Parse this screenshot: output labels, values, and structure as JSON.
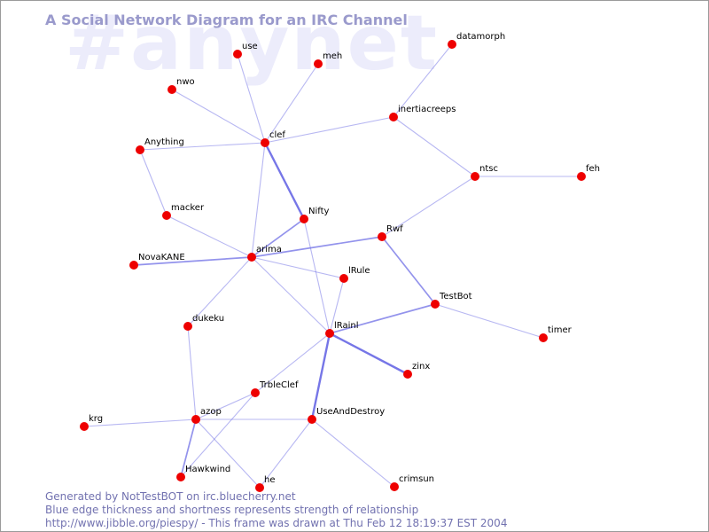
{
  "watermark": "#anynet",
  "title": "A Social Network Diagram for an IRC Channel",
  "colors": {
    "node": "#ee0000",
    "edge": "#6f6fe6",
    "title": "#9a9acc",
    "watermark": "#ececfb",
    "footer": "#7272b0"
  },
  "nodes": [
    {
      "id": "use",
      "label": "use"
    },
    {
      "id": "meh",
      "label": "meh"
    },
    {
      "id": "datamorph",
      "label": "datamorph"
    },
    {
      "id": "nwo",
      "label": "nwo"
    },
    {
      "id": "inertiacreeps",
      "label": "inertiacreeps"
    },
    {
      "id": "clef",
      "label": "clef"
    },
    {
      "id": "Anything",
      "label": "Anything"
    },
    {
      "id": "ntsc",
      "label": "ntsc"
    },
    {
      "id": "feh",
      "label": "feh"
    },
    {
      "id": "macker",
      "label": "macker"
    },
    {
      "id": "Nifty",
      "label": "Nifty"
    },
    {
      "id": "Rwf",
      "label": "Rwf"
    },
    {
      "id": "arima",
      "label": "arima"
    },
    {
      "id": "NovaKANE",
      "label": "NovaKANE"
    },
    {
      "id": "lRule",
      "label": "lRule"
    },
    {
      "id": "TestBot",
      "label": "TestBot"
    },
    {
      "id": "dukeku",
      "label": "dukeku"
    },
    {
      "id": "lRainl",
      "label": "lRainl"
    },
    {
      "id": "timer",
      "label": "timer"
    },
    {
      "id": "zinx",
      "label": "zinx"
    },
    {
      "id": "TrbleClef",
      "label": "TrbleClef"
    },
    {
      "id": "UseAndDestroy",
      "label": "UseAndDestroy"
    },
    {
      "id": "azop",
      "label": "azop"
    },
    {
      "id": "krg",
      "label": "krg"
    },
    {
      "id": "Hawkwind",
      "label": "Hawkwind"
    },
    {
      "id": "he",
      "label": "he"
    },
    {
      "id": "crimsun",
      "label": "crimsun"
    }
  ],
  "edges": [
    {
      "source": "use",
      "target": "clef",
      "strength": 1
    },
    {
      "source": "meh",
      "target": "clef",
      "strength": 1
    },
    {
      "source": "nwo",
      "target": "clef",
      "strength": 1
    },
    {
      "source": "Anything",
      "target": "clef",
      "strength": 1
    },
    {
      "source": "clef",
      "target": "inertiacreeps",
      "strength": 1
    },
    {
      "source": "datamorph",
      "target": "inertiacreeps",
      "strength": 1
    },
    {
      "source": "inertiacreeps",
      "target": "ntsc",
      "strength": 1
    },
    {
      "source": "ntsc",
      "target": "feh",
      "strength": 1
    },
    {
      "source": "ntsc",
      "target": "Rwf",
      "strength": 1
    },
    {
      "source": "clef",
      "target": "Nifty",
      "strength": 3
    },
    {
      "source": "clef",
      "target": "arima",
      "strength": 1
    },
    {
      "source": "Anything",
      "target": "macker",
      "strength": 1
    },
    {
      "source": "macker",
      "target": "arima",
      "strength": 1
    },
    {
      "source": "Nifty",
      "target": "arima",
      "strength": 2
    },
    {
      "source": "Nifty",
      "target": "lRainl",
      "strength": 1
    },
    {
      "source": "arima",
      "target": "Rwf",
      "strength": 2
    },
    {
      "source": "arima",
      "target": "NovaKANE",
      "strength": 2
    },
    {
      "source": "arima",
      "target": "lRule",
      "strength": 1
    },
    {
      "source": "arima",
      "target": "lRainl",
      "strength": 1
    },
    {
      "source": "arima",
      "target": "dukeku",
      "strength": 1
    },
    {
      "source": "Rwf",
      "target": "TestBot",
      "strength": 2
    },
    {
      "source": "lRule",
      "target": "lRainl",
      "strength": 1
    },
    {
      "source": "TestBot",
      "target": "lRainl",
      "strength": 2
    },
    {
      "source": "TestBot",
      "target": "timer",
      "strength": 1
    },
    {
      "source": "lRainl",
      "target": "zinx",
      "strength": 3
    },
    {
      "source": "lRainl",
      "target": "UseAndDestroy",
      "strength": 3
    },
    {
      "source": "lRainl",
      "target": "TrbleClef",
      "strength": 1
    },
    {
      "source": "dukeku",
      "target": "azop",
      "strength": 1
    },
    {
      "source": "TrbleClef",
      "target": "azop",
      "strength": 1
    },
    {
      "source": "TrbleClef",
      "target": "Hawkwind",
      "strength": 1
    },
    {
      "source": "azop",
      "target": "krg",
      "strength": 1
    },
    {
      "source": "azop",
      "target": "UseAndDestroy",
      "strength": 1
    },
    {
      "source": "azop",
      "target": "Hawkwind",
      "strength": 2
    },
    {
      "source": "azop",
      "target": "he",
      "strength": 1
    },
    {
      "source": "UseAndDestroy",
      "target": "he",
      "strength": 1
    },
    {
      "source": "UseAndDestroy",
      "target": "crimsun",
      "strength": 1
    }
  ],
  "footer": {
    "line1": "Generated by NotTestBOT on irc.bluecherry.net",
    "line2": "Blue edge thickness and shortness represents strength of relationship",
    "line3": "http://www.jibble.org/piespy/ - This frame was drawn at Thu Feb 12 18:19:37 EST 2004"
  }
}
